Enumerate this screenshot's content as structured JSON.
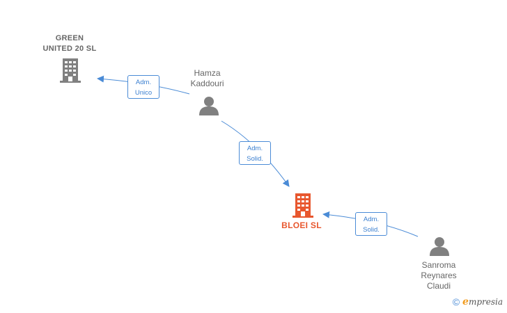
{
  "colors": {
    "edge": "#4a8bd6",
    "company_icon": "#808080",
    "focus_icon": "#e8572e",
    "person_icon": "#808080"
  },
  "nodes": {
    "green_united": {
      "line1": "GREEN",
      "line2": "UNITED 20  SL",
      "icon": "building-icon"
    },
    "bloei": {
      "line1": "BLOEI  SL",
      "icon": "building-icon"
    },
    "hamza": {
      "line1": "Hamza",
      "line2": "Kaddouri",
      "icon": "person-icon"
    },
    "sanroma": {
      "line1": "Sanroma",
      "line2": "Reynares",
      "line3": "Claudi",
      "icon": "person-icon"
    }
  },
  "edges": [
    {
      "from": "Hamza Kaddouri",
      "to": "GREEN UNITED 20  SL",
      "role_line1": "Adm.",
      "role_line2": "Unico"
    },
    {
      "from": "Hamza Kaddouri",
      "to": "BLOEI  SL",
      "role_line1": "Adm.",
      "role_line2": "Solid."
    },
    {
      "from": "Sanroma Reynares Claudi",
      "to": "BLOEI  SL",
      "role_line1": "Adm.",
      "role_line2": "Solid."
    }
  ],
  "brand": {
    "copyright": "©",
    "name_first": "e",
    "name_rest": "mpresia"
  }
}
